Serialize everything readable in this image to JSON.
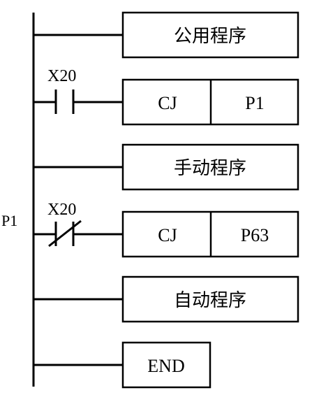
{
  "rail_label": "P1",
  "rungs": [
    {
      "contact": null,
      "blocks": [
        "公用程序"
      ]
    },
    {
      "contact": {
        "label": "X20",
        "type": "no"
      },
      "blocks": [
        "CJ",
        "P1"
      ]
    },
    {
      "contact": null,
      "blocks": [
        "手动程序"
      ]
    },
    {
      "contact": {
        "label": "X20",
        "type": "nc"
      },
      "blocks": [
        "CJ",
        "P63"
      ]
    },
    {
      "contact": null,
      "blocks": [
        "自动程序"
      ]
    },
    {
      "contact": null,
      "blocks": [
        "END"
      ]
    }
  ],
  "colors": {
    "line": "#000000",
    "background": "#ffffff"
  }
}
